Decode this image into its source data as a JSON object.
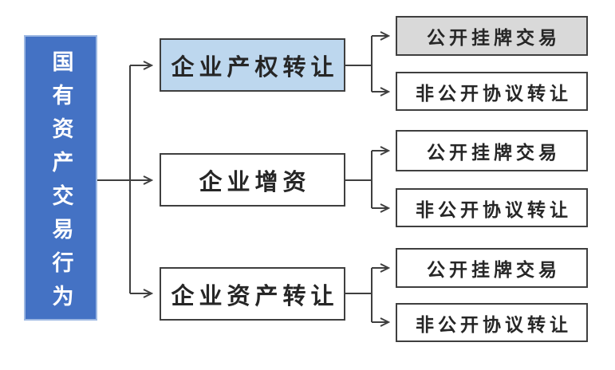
{
  "diagram": {
    "root": {
      "label": "国有资产交易行为",
      "fill": "#4472C4",
      "text_color": "#FFFFFF"
    },
    "branches": [
      {
        "label": "企业产权转让",
        "fill": "#BDD7EE",
        "children": [
          {
            "label": "公开挂牌交易",
            "fill": "#D9D9D9"
          },
          {
            "label": "非公开协议转让",
            "fill": "#FFFFFF"
          }
        ]
      },
      {
        "label": "企业增资",
        "fill": "#FFFFFF",
        "children": [
          {
            "label": "公开挂牌交易",
            "fill": "#FFFFFF"
          },
          {
            "label": "非公开协议转让",
            "fill": "#FFFFFF"
          }
        ]
      },
      {
        "label": "企业资产转让",
        "fill": "#FFFFFF",
        "children": [
          {
            "label": "公开挂牌交易",
            "fill": "#FFFFFF"
          },
          {
            "label": "非公开协议转让",
            "fill": "#FFFFFF"
          }
        ]
      }
    ],
    "colors": {
      "line": "#3F3F3F",
      "box_border": "#3F3F3F",
      "background": "#FFFFFF"
    }
  }
}
